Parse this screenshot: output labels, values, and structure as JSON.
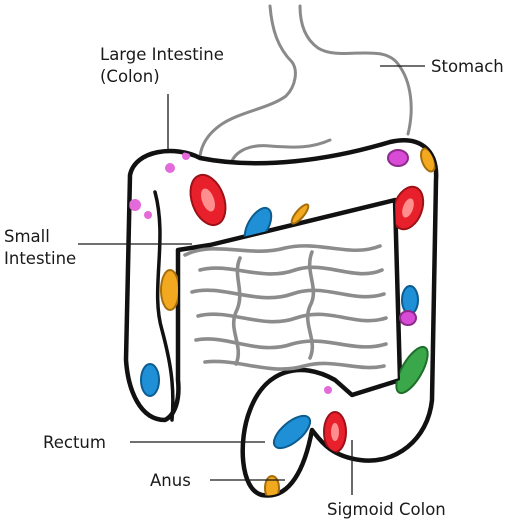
{
  "labels": {
    "large_intestine_line1": "Large Intestine",
    "large_intestine_line2": "(Colon)",
    "stomach": "Stomach",
    "small_intestine_line1": "Small",
    "small_intestine_line2": "Intestine",
    "rectum": "Rectum",
    "anus": "Anus",
    "sigmoid_colon": "Sigmoid Colon"
  },
  "microbe_colors": {
    "red": "#e8202b",
    "blue": "#1f8fd6",
    "green": "#3aa84a",
    "magenta": "#d74bd6",
    "orange": "#f2a81f",
    "pink": "#e36ad9"
  }
}
